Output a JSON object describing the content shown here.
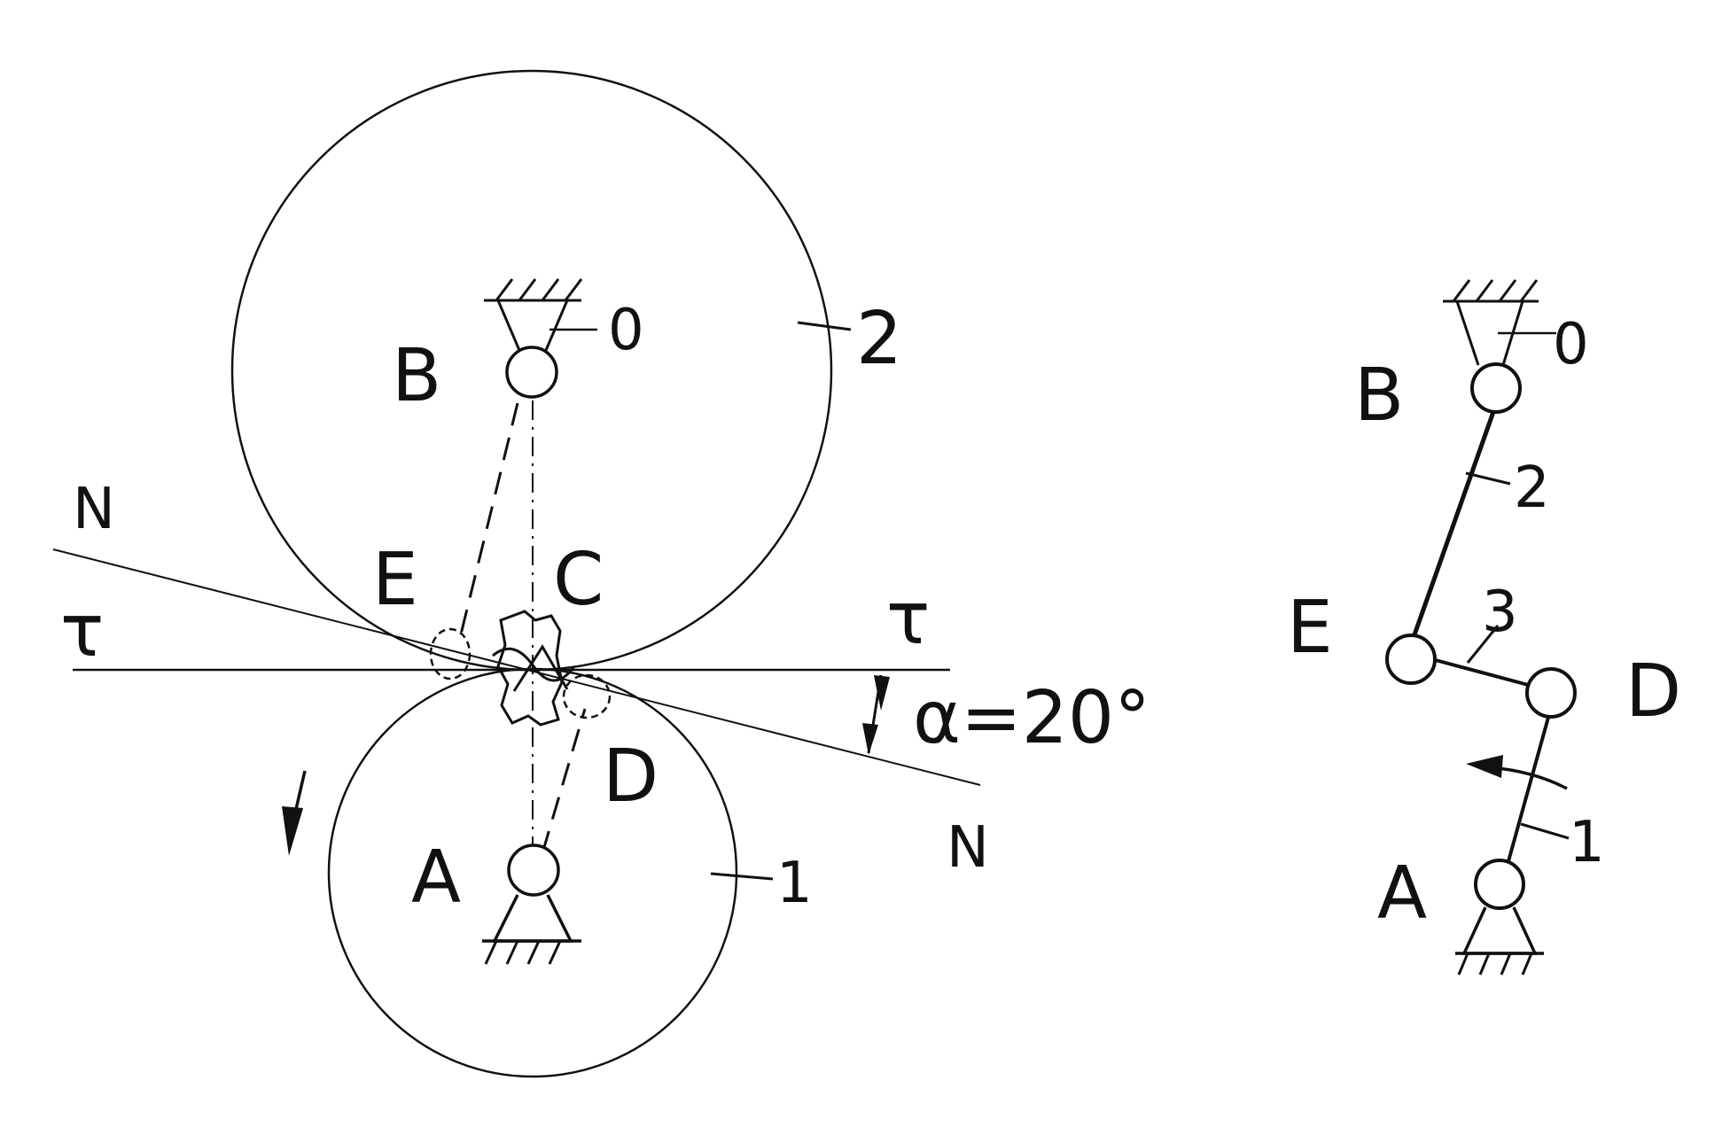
{
  "left_mechanism": {
    "pivot_B": "B",
    "pivot_A": "A",
    "contact_C": "C",
    "point_E": "E",
    "point_D": "D",
    "frame_label": "0",
    "gear_2_label": "2",
    "gear_1_label": "1",
    "normal_label_top": "N",
    "normal_label_bottom": "N",
    "tangent_label_left": "τ",
    "tangent_label_right": "τ",
    "angle_label": "α=20°"
  },
  "right_mechanism": {
    "pivot_B": "B",
    "pivot_A": "A",
    "point_E": "E",
    "point_D": "D",
    "frame_label": "0",
    "link_2_label": "2",
    "link_3_label": "3",
    "link_1_label": "1"
  },
  "colors": {
    "ink": "#111111",
    "background": "#ffffff"
  }
}
